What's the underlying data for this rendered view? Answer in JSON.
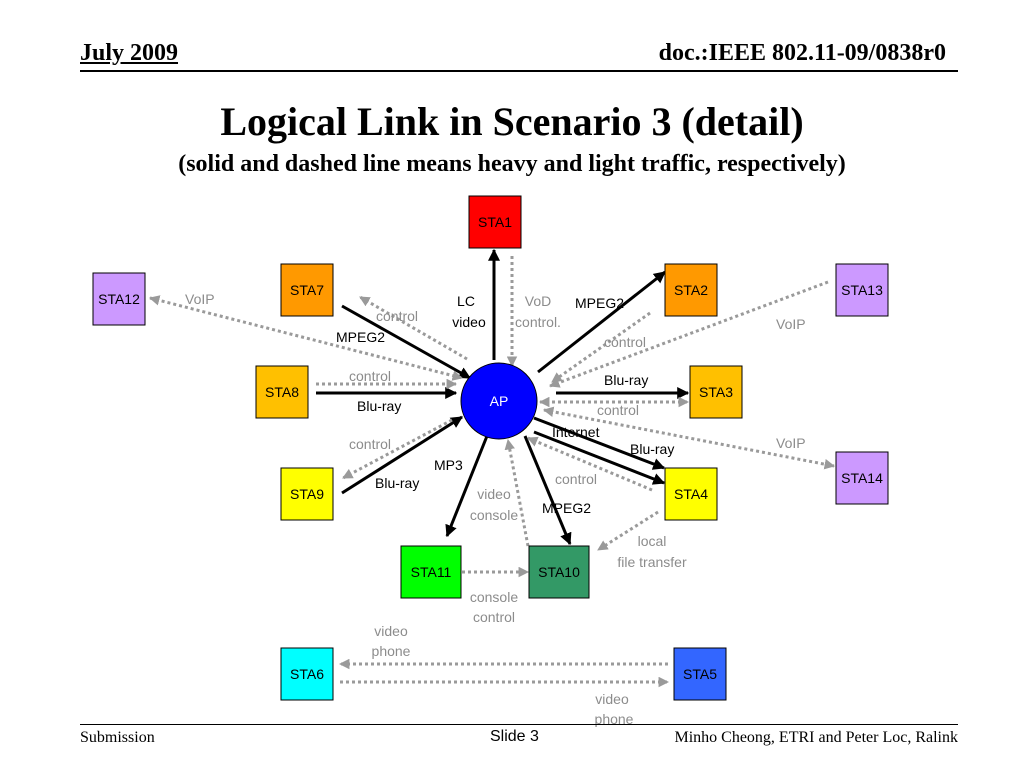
{
  "header": {
    "date": "July 2009",
    "doc": "doc.:IEEE 802.11-09/0838r0"
  },
  "title": "Logical Link in Scenario 3 (detail)",
  "subtitle": "(solid and dashed line means heavy and light traffic, respectively)",
  "footer": {
    "left": "Submission",
    "slide": "Slide 3",
    "right": "Minho Cheong, ETRI and Peter Loc, Ralink"
  },
  "colors": {
    "STA1": "#ff0000",
    "STA2": "#ff9900",
    "STA3": "#ffc000",
    "STA4": "#ffff00",
    "STA5": "#3366ff",
    "STA6": "#00ffff",
    "STA7": "#ff9900",
    "STA8": "#ffc000",
    "STA9": "#ffff00",
    "STA10": "#339966",
    "STA11": "#00ff00",
    "STA12": "#cc99ff",
    "STA13": "#cc99ff",
    "STA14": "#cc99ff",
    "AP": "#0000ff",
    "heavy": "#000000",
    "light": "#9a9a9a"
  },
  "nodes": {
    "AP": "AP",
    "STA1": "STA1",
    "STA2": "STA2",
    "STA3": "STA3",
    "STA4": "STA4",
    "STA5": "STA5",
    "STA6": "STA6",
    "STA7": "STA7",
    "STA8": "STA8",
    "STA9": "STA9",
    "STA10": "STA10",
    "STA11": "STA11",
    "STA12": "STA12",
    "STA13": "STA13",
    "STA14": "STA14"
  },
  "labels": {
    "lc_video_1": "LC",
    "lc_video_2": "video",
    "vod_1": "VoD",
    "vod_2": "control.",
    "mpeg2_sta2": "MPEG2",
    "control_sta2": "control",
    "voip_sta13": "VoIP",
    "voip_sta12": "VoIP",
    "control_sta7": "control",
    "mpeg2_sta7": "MPEG2",
    "control_sta8": "control",
    "bluray_sta8": "Blu-ray",
    "bluray_sta3": "Blu-ray",
    "control_sta3": "control",
    "internet": "Internet",
    "bluray_sta4": "Blu-ray",
    "voip_sta14": "VoIP",
    "control_sta4": "control",
    "control_sta9": "control",
    "bluray_sta9": "Blu-ray",
    "mp3": "MP3",
    "video_console_1": "video",
    "video_console_2": "console",
    "mpeg2_sta10": "MPEG2",
    "local_1": "local",
    "local_2": "file transfer",
    "console_control_1": "console",
    "console_control_2": "control",
    "videophone_top_1": "video",
    "videophone_top_2": "phone",
    "videophone_bot_1": "video",
    "videophone_bot_2": "phone"
  }
}
